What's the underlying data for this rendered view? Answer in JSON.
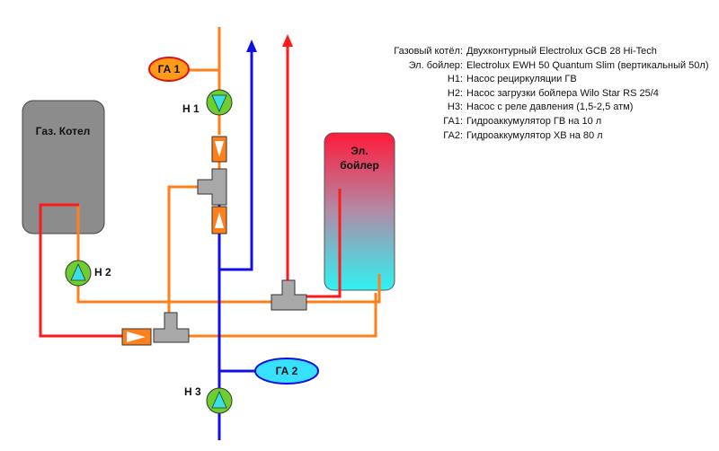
{
  "colors": {
    "hot_water": "#ff1a1a",
    "heating_loop": "#ff7f1a",
    "cold_water": "#1010e0",
    "boiler_body": "#8c8c8c",
    "pump_fill": "#6ccf2e",
    "pump_arrow": "#38e0e0",
    "ga1_fill": "#ff9a1a",
    "ga2_fill": "#38e0ff",
    "valve_fill": "#ff7f1a",
    "tee_fill": "#a8a8a8"
  },
  "components": {
    "gas_boiler_label": "Газ. Котел",
    "electric_boiler_label": "Эл. бойлер",
    "ga1_label": "ГА 1",
    "ga2_label": "ГА 2",
    "pump1_label": "Н 1",
    "pump2_label": "Н 2",
    "pump3_label": "Н 3"
  },
  "legend": [
    {
      "key": "Газовый котёл:",
      "value": "Двухконтурный Electrolux GCB 28 Hi-Tech"
    },
    {
      "key": "Эл. бойлер:",
      "value": "Electrolux  EWH 50 Quantum Slim (вертикальный 50л)"
    },
    {
      "key": "Н1:",
      "value": "Насос рециркуляции ГВ"
    },
    {
      "key": "Н2:",
      "value": "Насос загрузки бойлера Wilo Star RS 25/4"
    },
    {
      "key": "Н3:",
      "value": "Насос с реле давления (1,5-2,5 атм)"
    },
    {
      "key": "ГА1:",
      "value": "Гидроаккумулятор ГВ на 10 л"
    },
    {
      "key": "ГА2:",
      "value": "Гидроаккумулятор ХВ на 80 л"
    }
  ]
}
